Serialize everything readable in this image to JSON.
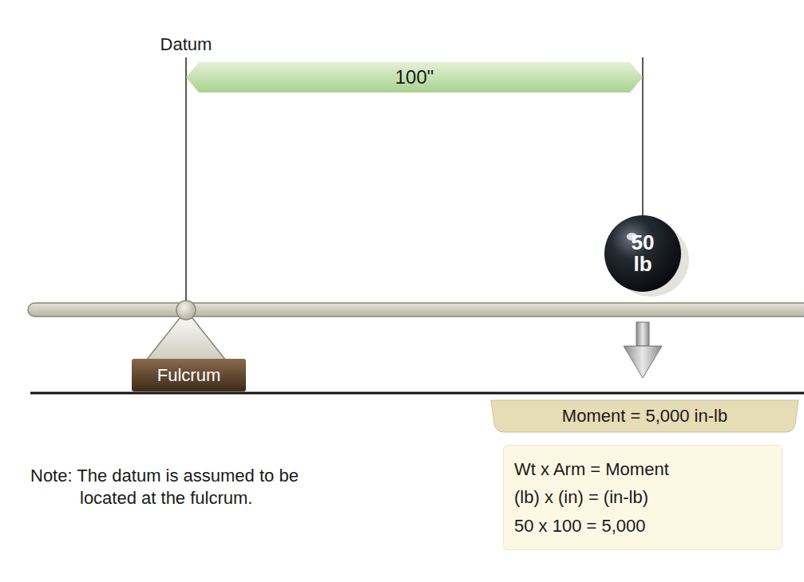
{
  "diagram": {
    "nodes": [
      {
        "text": [
          "100\""
        ]
      },
      {
        "text": [
          "50 lb"
        ]
      },
      {
        "text": [
          "Fulcrum"
        ]
      },
      {
        "text": [
          "Moment = 5,000 in-lb"
        ]
      },
      {
        "text": [
          "Wt x Arm = Moment",
          "(lb) x (in) = (in-lb)",
          "50 x 100 = 5,000"
        ]
      }
    ],
    "labels": [
      "Datum",
      "Note: The datum is assumed to be located at the fulcrum."
    ]
  }
}
